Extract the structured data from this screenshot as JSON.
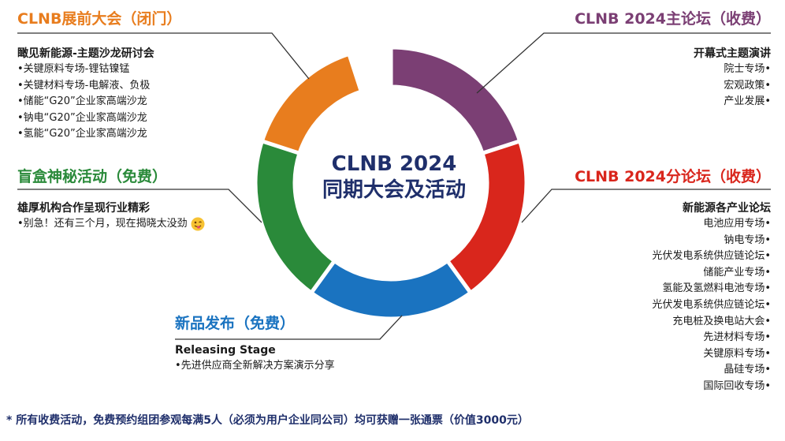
{
  "colors": {
    "orange": "#e87d1e",
    "purple": "#7b3f74",
    "red": "#d9261c",
    "blue": "#1a73c0",
    "green": "#2a8a3a",
    "navy": "#1f2f6b"
  },
  "center": {
    "line1": "CLNB 2024",
    "line2": "同期大会及活动"
  },
  "sections": {
    "pre": {
      "title": "CLNB展前大会（闭门）",
      "subtitle": "瞰见新能源-主题沙龙研讨会",
      "items": [
        "关键原料专场-锂钴镍锰",
        "关键材料专场-电解液、负极",
        "储能“G20”企业家高端沙龙",
        "钠电“G20”企业家高端沙龙",
        "氢能“G20”企业家高端沙龙"
      ]
    },
    "main": {
      "title": "CLNB 2024主论坛（收费）",
      "subtitle": "开幕式主题演讲",
      "items": [
        "院士专场",
        "宏观政策",
        "产业发展"
      ]
    },
    "sub": {
      "title": "CLNB 2024分论坛（收费）",
      "subtitle": "新能源各产业论坛",
      "items": [
        "电池应用专场",
        "钠电专场",
        "光伏发电系统供应链论坛",
        "储能产业专场",
        "氢能及氢燃料电池专场",
        "光伏发电系统供应链论坛",
        "充电桩及换电站大会",
        "先进材料专场",
        "关键原料专场",
        "晶硅专场",
        "国际回收专场"
      ]
    },
    "mystery": {
      "title": "盲盒神秘活动（免费）",
      "subtitle": "雄厚机构合作呈现行业精彩",
      "items": [
        "别急！还有三个月，现在揭晓太没劲"
      ],
      "emoji_icon": "winking-face-tongue-icon"
    },
    "launch": {
      "title": "新品发布（免费）",
      "subtitle": "Releasing Stage",
      "items": [
        "先进供应商全新解决方案演示分享"
      ]
    }
  },
  "footnote": "* 所有收费活动，免费预约组团参观每满5人（必须为用户企业同公司）均可获赠一张通票（价值3000元）"
}
